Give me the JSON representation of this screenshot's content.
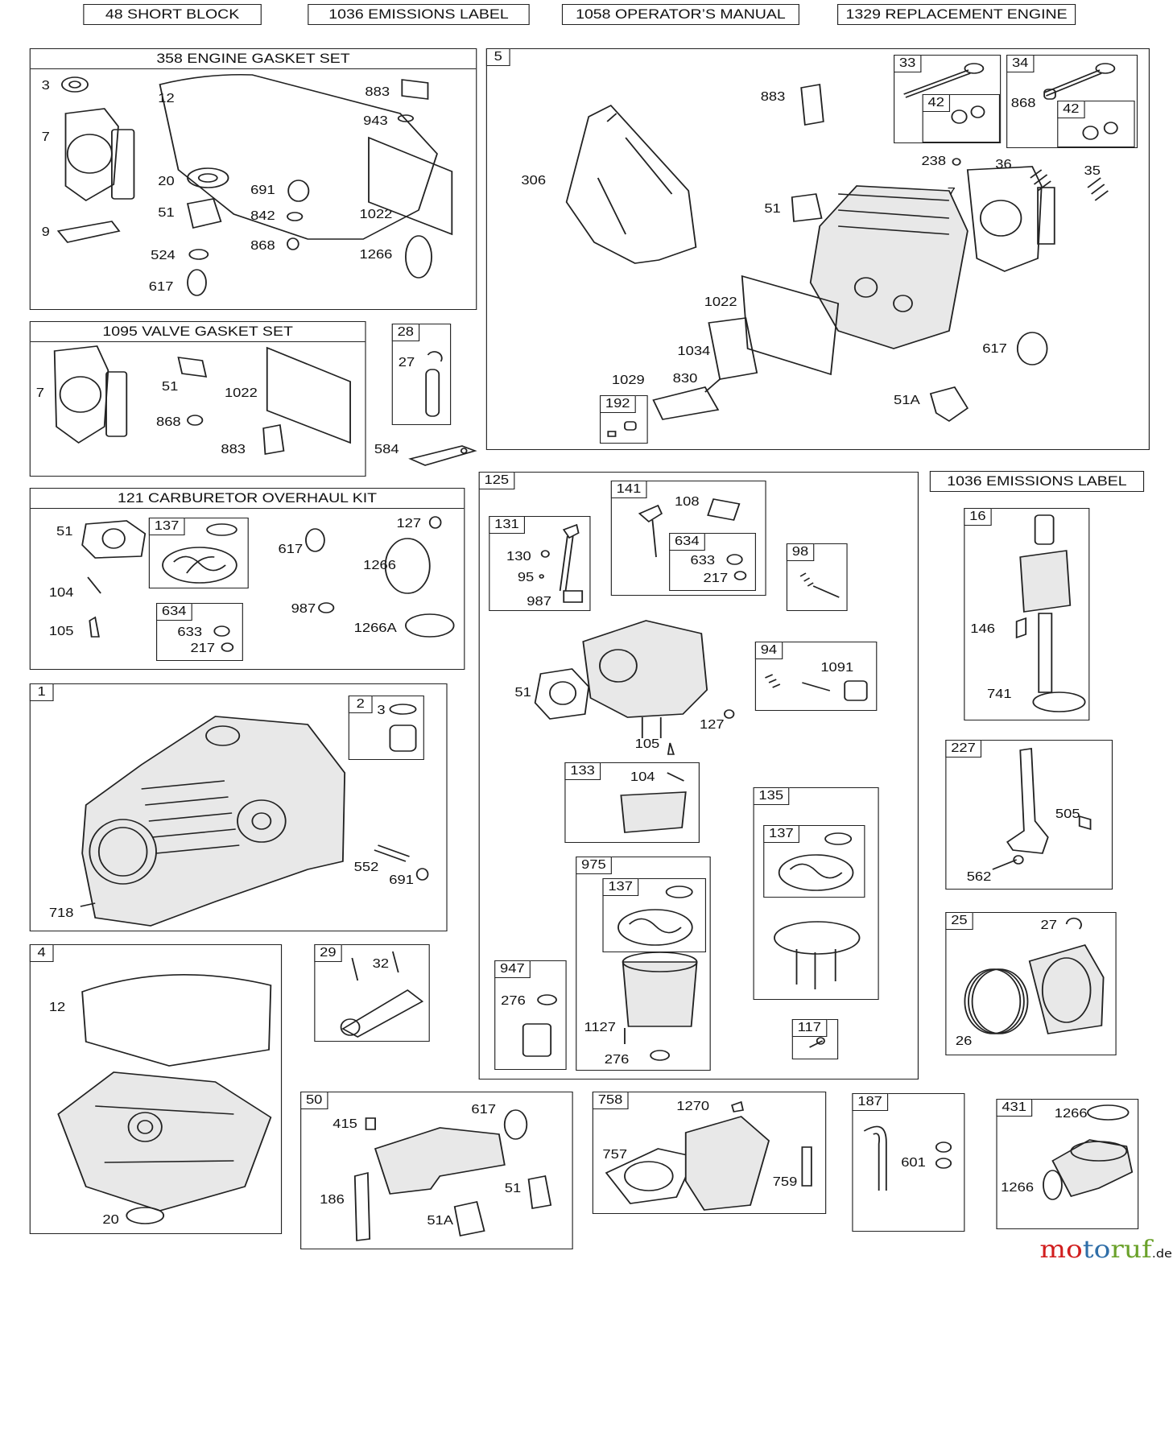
{
  "headers": [
    "48 SHORT BLOCK",
    "1036 EMISSIONS LABEL",
    "1058 OPERATOR’S MANUAL",
    "1329 REPLACEMENT ENGINE"
  ],
  "side_header": "1036 EMISSIONS LABEL",
  "kits": {
    "gasket": {
      "title": "358 ENGINE GASKET SET",
      "labels": [
        "3",
        "12",
        "883",
        "943",
        "7",
        "20",
        "691",
        "842",
        "1022",
        "9",
        "51",
        "868",
        "1266",
        "524",
        "617"
      ]
    },
    "valve": {
      "title": "1095 VALVE GASKET SET",
      "labels": [
        "7",
        "51",
        "1022",
        "868",
        "883"
      ]
    },
    "carb": {
      "title": "121 CARBURETOR OVERHAUL KIT",
      "labels": [
        "51",
        "617",
        "127",
        "1266",
        "104",
        "987",
        "1266A",
        "105",
        "633",
        "217"
      ],
      "sub_tags": [
        "137",
        "634"
      ]
    }
  },
  "boxes": {
    "b28": {
      "tag": "28",
      "labels": [
        "27"
      ]
    },
    "b5": {
      "tag": "5",
      "labels": [
        "883",
        "306",
        "238",
        "36",
        "35",
        "51",
        "7",
        "1022",
        "1034",
        "617",
        "1029",
        "830",
        "51A"
      ],
      "sub": {
        "t33": "33",
        "t42a": "42",
        "t34": "34",
        "l868": "868",
        "t42b": "42",
        "t192": "192"
      }
    },
    "b125": {
      "tag": "125",
      "labels": [
        "51",
        "127",
        "105"
      ],
      "sub": {
        "t131": "131",
        "l130": "130",
        "l95": "95",
        "l987": "987",
        "t141": "141",
        "l108": "108",
        "t634": "634",
        "l633": "633",
        "l217": "217",
        "t98": "98",
        "t94": "94",
        "l1091": "1091",
        "t133": "133",
        "l104": "104",
        "t135": "135",
        "t137a": "137",
        "t975": "975",
        "t137b": "137",
        "l1127": "1127",
        "l276a": "276",
        "t947": "947",
        "l276b": "276",
        "t117": "117"
      }
    },
    "b16": {
      "tag": "16",
      "labels": [
        "146",
        "741"
      ]
    },
    "b227": {
      "tag": "227",
      "labels": [
        "505",
        "562"
      ]
    },
    "b25": {
      "tag": "25",
      "labels": [
        "27",
        "26"
      ]
    },
    "b1": {
      "tag": "1",
      "labels": [
        "552",
        "691",
        "718"
      ],
      "sub": {
        "t2": "2",
        "l3": "3"
      }
    },
    "b4": {
      "tag": "4",
      "labels": [
        "12",
        "20"
      ]
    },
    "b29": {
      "tag": "29",
      "labels": [
        "32"
      ]
    },
    "b50": {
      "tag": "50",
      "labels": [
        "415",
        "617",
        "186",
        "51",
        "51A"
      ]
    },
    "b758": {
      "tag": "758",
      "labels": [
        "1270",
        "757",
        "759"
      ]
    },
    "b187": {
      "tag": "187",
      "labels": [
        "601"
      ]
    },
    "b431": {
      "tag": "431",
      "labels": [
        "1266",
        "1266"
      ]
    }
  },
  "loose": {
    "l584": "584"
  },
  "logo": {
    "a": "mo",
    "b": "to",
    "c": "ruf",
    "d": ".de"
  }
}
